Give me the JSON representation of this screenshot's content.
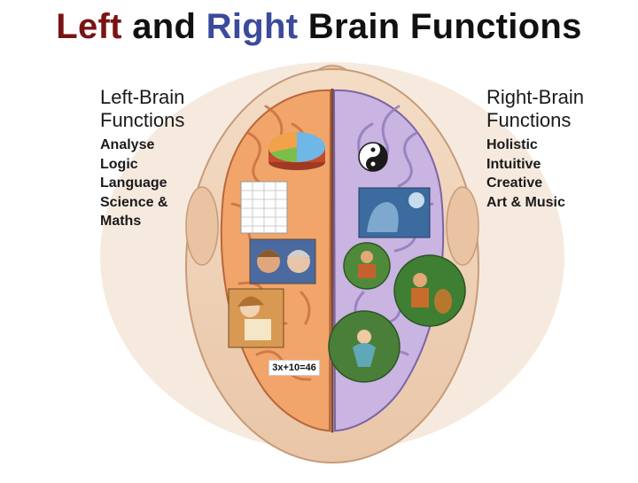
{
  "title": {
    "left": "Left",
    "middle": " and ",
    "right": "Right",
    "rest": " Brain Functions"
  },
  "left_panel": {
    "heading_line1": "Left-Brain",
    "heading_line2": "Functions",
    "items": [
      "Analyse",
      "Logic",
      "Language",
      "Science &",
      "Maths"
    ]
  },
  "right_panel": {
    "heading_line1": "Right-Brain",
    "heading_line2": "Functions",
    "items": [
      "Holistic",
      "Intuitive",
      "Creative",
      "Art &  Music"
    ]
  },
  "equation": "3x+10=46",
  "colors": {
    "left_title": "#7a1414",
    "right_title": "#3b4a9a",
    "left_hemisphere": "#f2a56a",
    "right_hemisphere": "#c9b4e2"
  },
  "icons": [
    "pie-chart-icon",
    "spreadsheet-icon",
    "yin-yang-icon",
    "face-photo-icon",
    "reading-woman-icon",
    "musician-icon",
    "guitar-player-icon",
    "fairy-icon",
    "intuition-photo-icon"
  ]
}
